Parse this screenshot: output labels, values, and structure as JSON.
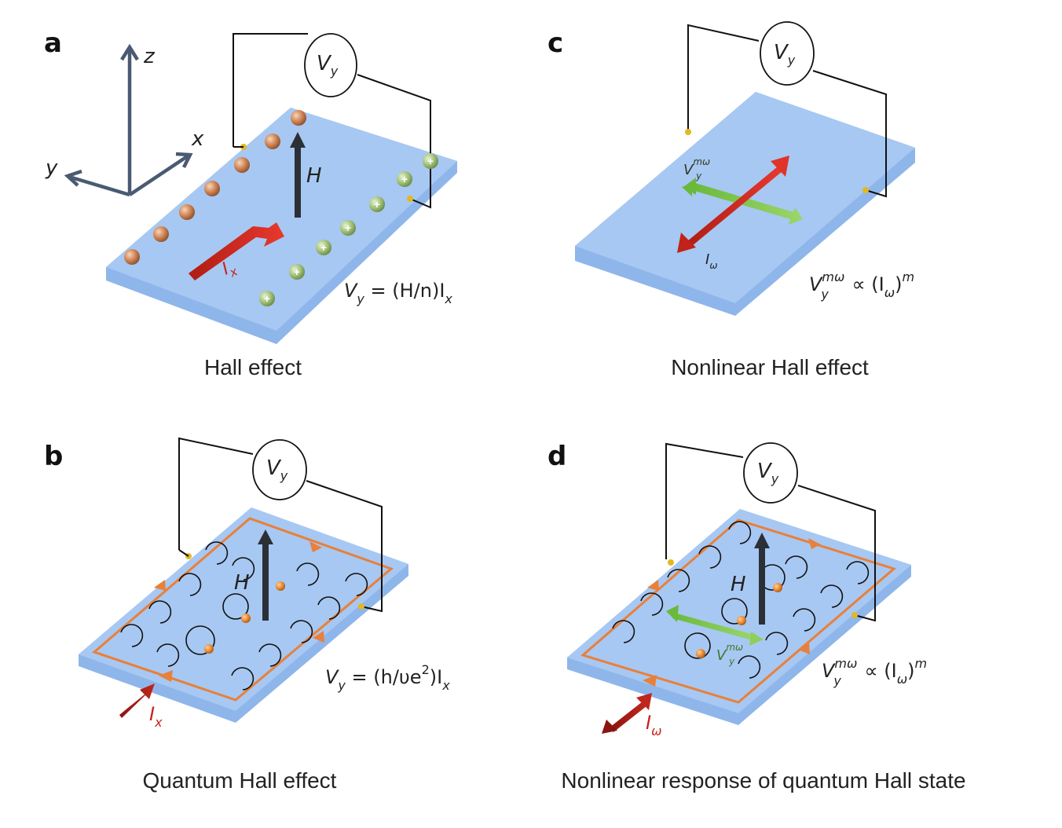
{
  "panels": {
    "a": {
      "letter": "a",
      "caption": "Hall effect",
      "voltmeter": {
        "main": "V",
        "sub": "y"
      },
      "field": "H",
      "current": {
        "main": "I",
        "sub": "x"
      },
      "equation": {
        "lhs": "V",
        "lhs_sub": "y",
        "rhs": " = (H/n)I",
        "rhs_sub": "x"
      },
      "axes": {
        "z": "z",
        "x": "x",
        "y": "y"
      },
      "charge_colors": {
        "electron": "#c97d50",
        "hole": "#9dbd6f"
      }
    },
    "b": {
      "letter": "b",
      "caption": "Quantum Hall effect",
      "voltmeter": {
        "main": "V",
        "sub": "y"
      },
      "field": "H",
      "current": {
        "main": "I",
        "sub": "x"
      },
      "equation": {
        "lhs": "V",
        "lhs_sub": "y",
        "rhs_a": " = (h/υe",
        "rhs_sup": "2",
        "rhs_b": ")I",
        "rhs_sub": "x"
      }
    },
    "c": {
      "letter": "c",
      "caption": "Nonlinear Hall effect",
      "voltmeter": {
        "main": "V",
        "sub": "y"
      },
      "green_label": {
        "main": "V",
        "sub": "y",
        "sup": "mω"
      },
      "red_label": {
        "main": "I",
        "sub": "ω"
      },
      "equation": {
        "lhs": "V",
        "lhs_sub": "y",
        "lhs_sup": "mω",
        "mid": " ∝ (I",
        "mid_sub": "ω",
        "close": ")",
        "close_sup": "m"
      }
    },
    "d": {
      "letter": "d",
      "caption": "Nonlinear response of quantum Hall state",
      "voltmeter": {
        "main": "V",
        "sub": "y"
      },
      "field": "H",
      "green_label": {
        "main": "V",
        "sub": "y",
        "sup": "mω"
      },
      "current": {
        "main": "I",
        "sub": "ω"
      },
      "equation": {
        "lhs": "V",
        "lhs_sub": "y",
        "lhs_sup": "mω",
        "mid": " ∝ (I",
        "mid_sub": "ω",
        "close": ")",
        "close_sup": "m"
      }
    }
  },
  "colors": {
    "slab_top": "#a7c8f2",
    "slab_side": "#8fb6ea",
    "edge_channel": "#e8803b",
    "current_arrow": "#d42e26",
    "voltage_arrow": "#7cc24a",
    "field_arrow": "#2b2f36"
  }
}
